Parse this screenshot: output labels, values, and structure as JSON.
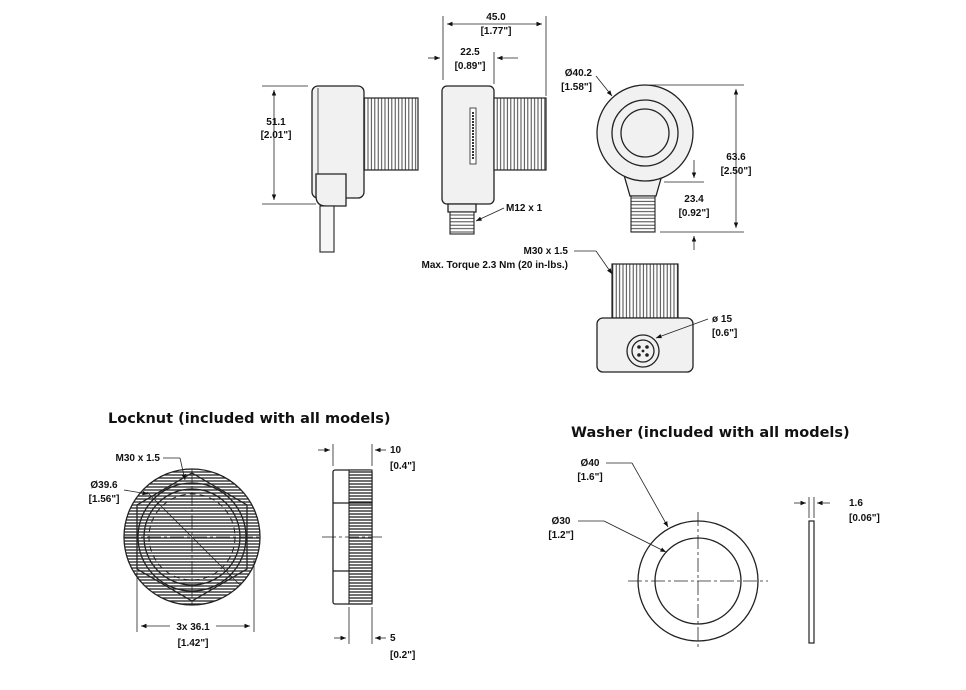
{
  "labels": {
    "overall_width_mm": "45.0",
    "overall_width_in": "[1.77\"]",
    "offset_mm": "22.5",
    "offset_in": "[0.89\"]",
    "height_mm": "51.1",
    "height_in": "[2.01\"]",
    "dia_body_mm": "Ø40.2",
    "dia_body_in": "[1.58\"]",
    "total_height_mm": "63.6",
    "total_height_in": "[2.50\"]",
    "connector_offset_mm": "23.4",
    "connector_offset_in": "[0.92\"]",
    "connector_thread": "M12 x 1",
    "thread_spec": "M30 x 1.5",
    "max_torque": "Max. Torque 2.3 Nm (20 in-lbs.)",
    "connector_dia_mm": "ø 15",
    "connector_dia_in": "[0.6\"]"
  },
  "locknut": {
    "title": "Locknut (included with all models)",
    "thread": "M30 x 1.5",
    "dia_mm": "Ø39.6",
    "dia_in": "[1.56\"]",
    "flats_mm": "3x 36.1",
    "flats_in": "[1.42\"]",
    "thickness_mm": "10",
    "thickness_in": "[0.4\"]",
    "step_mm": "5",
    "step_in": "[0.2\"]"
  },
  "washer": {
    "title": "Washer (included with all models)",
    "outer_mm": "Ø40",
    "outer_in": "[1.6\"]",
    "inner_mm": "Ø30",
    "inner_in": "[1.2\"]",
    "thickness_mm": "1.6",
    "thickness_in": "[0.06\"]"
  }
}
